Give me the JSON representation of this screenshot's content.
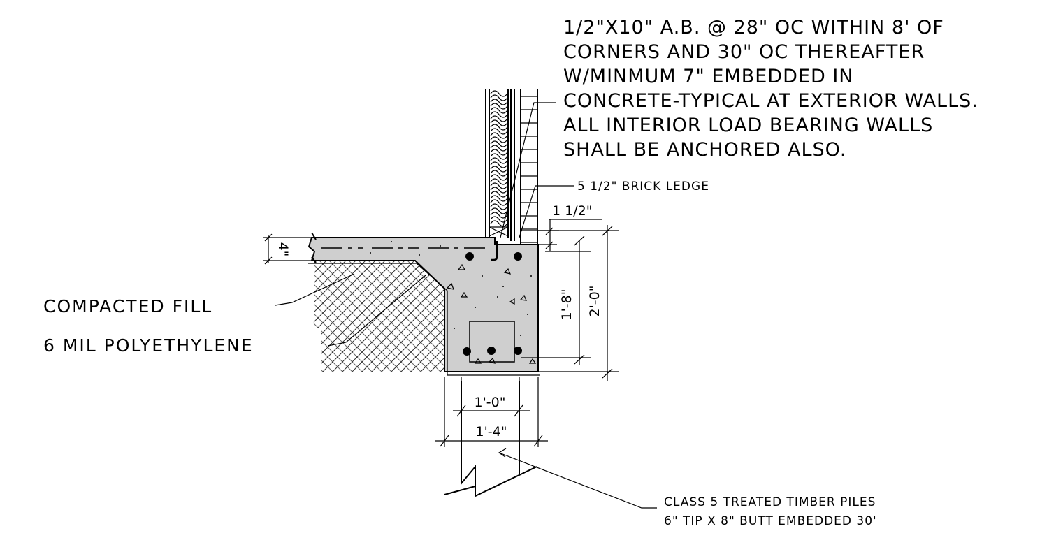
{
  "notes": {
    "anchor_bolt": [
      "1/2\"X10\" A.B. @ 28\" OC WITHIN 8' OF",
      "CORNERS AND 30\" OC THEREAFTER",
      "W/MINMUM 7\" EMBEDDED IN",
      "CONCRETE-TYPICAL AT EXTERIOR WALLS.",
      "ALL INTERIOR LOAD BEARING WALLS",
      "SHALL BE ANCHORED ALSO."
    ],
    "brick_ledge": "5 1/2\" BRICK LEDGE",
    "compacted_fill": "COMPACTED FILL",
    "polyethylene": "6 MIL POLYETHYLENE",
    "piles": [
      "CLASS 5 TREATED TIMBER PILES",
      "6\" TIP X 8\" BUTT EMBEDDED 30'"
    ]
  },
  "dimensions": {
    "slab_thickness": "4\"",
    "brick_offset": "1 1/2\"",
    "rebar_spacing": "1'-8\"",
    "beam_depth": "2'-0\"",
    "inner_width": "1'-0\"",
    "beam_width": "1'-4\""
  },
  "colors": {
    "concrete": "#cfcfcf",
    "line": "#000000"
  }
}
